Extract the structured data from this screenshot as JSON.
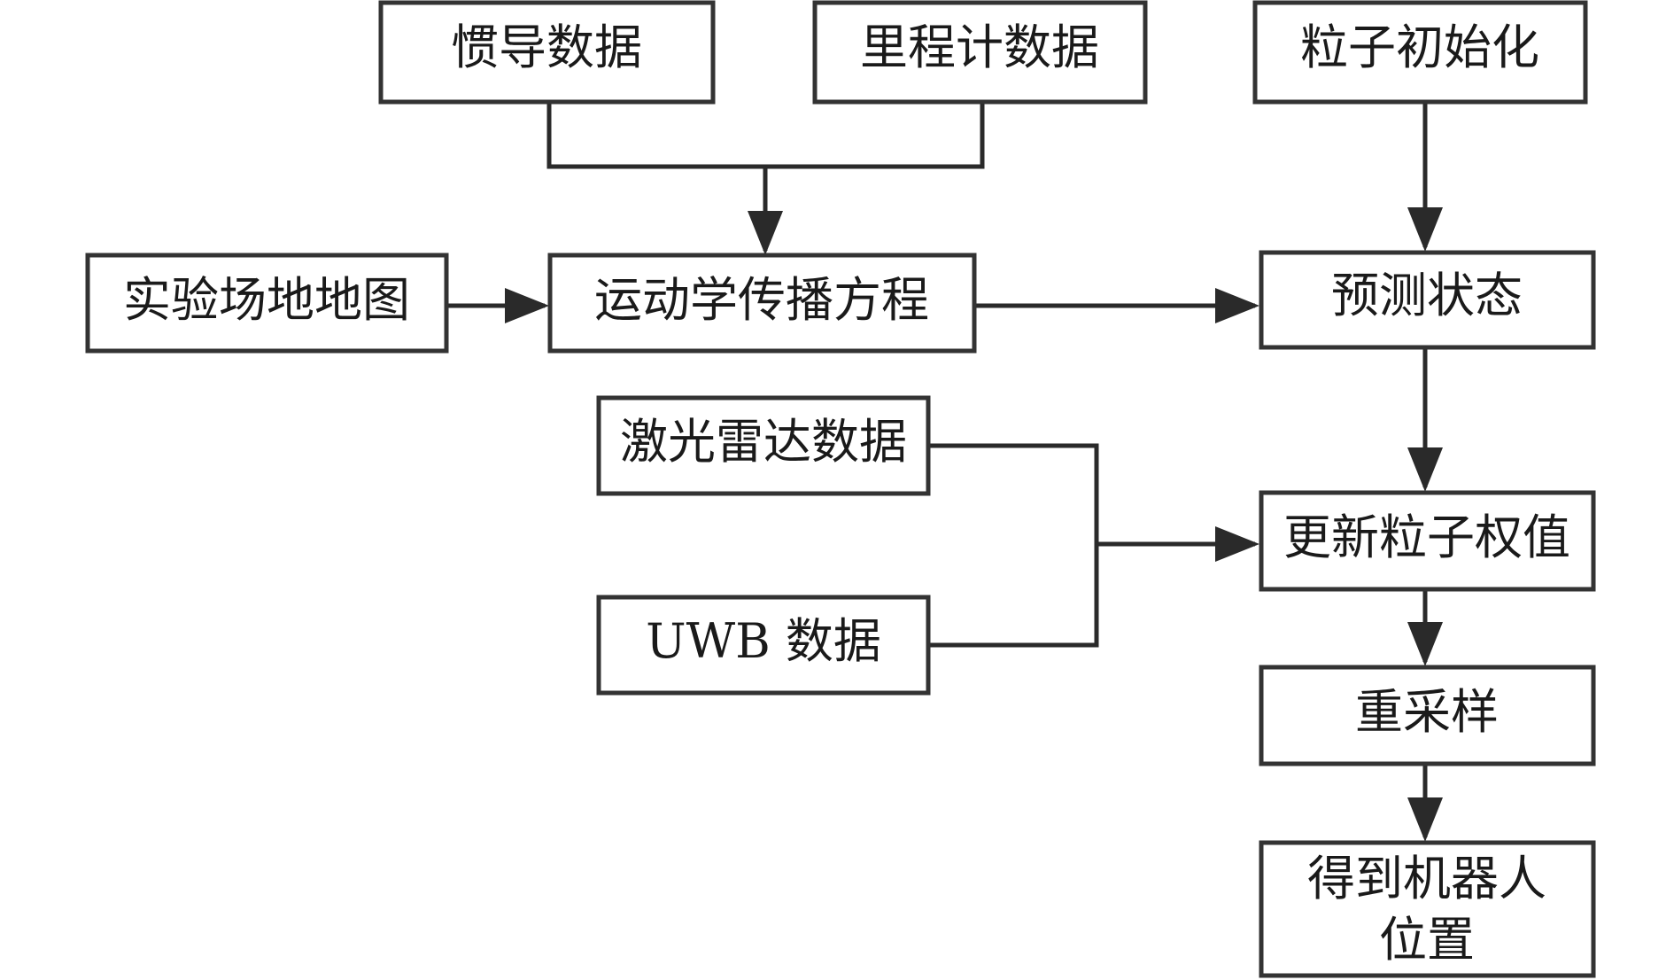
{
  "diagram": {
    "type": "flowchart",
    "colors": {
      "box_border": "#333333",
      "text": "#1a1a1a",
      "connector": "#2a2a2a",
      "background": "#ffffff"
    },
    "nodes": {
      "imu_data": "惯导数据",
      "odometer_data": "里程计数据",
      "particle_init": "粒子初始化",
      "site_map": "实验场地地图",
      "kinematic_equation": "运动学传播方程",
      "predict_state": "预测状态",
      "lidar_data": "激光雷达数据",
      "update_weights": "更新粒子权值",
      "uwb_data": "UWB 数据",
      "resample": "重采样",
      "robot_position_line1": "得到机器人",
      "robot_position_line2": "位置"
    },
    "edges": [
      {
        "from": "imu_data",
        "to": "kinematic_equation"
      },
      {
        "from": "odometer_data",
        "to": "kinematic_equation"
      },
      {
        "from": "site_map",
        "to": "kinematic_equation"
      },
      {
        "from": "kinematic_equation",
        "to": "predict_state"
      },
      {
        "from": "particle_init",
        "to": "predict_state"
      },
      {
        "from": "predict_state",
        "to": "update_weights"
      },
      {
        "from": "lidar_data",
        "to": "update_weights"
      },
      {
        "from": "uwb_data",
        "to": "update_weights"
      },
      {
        "from": "update_weights",
        "to": "resample"
      },
      {
        "from": "resample",
        "to": "robot_position"
      }
    ]
  }
}
